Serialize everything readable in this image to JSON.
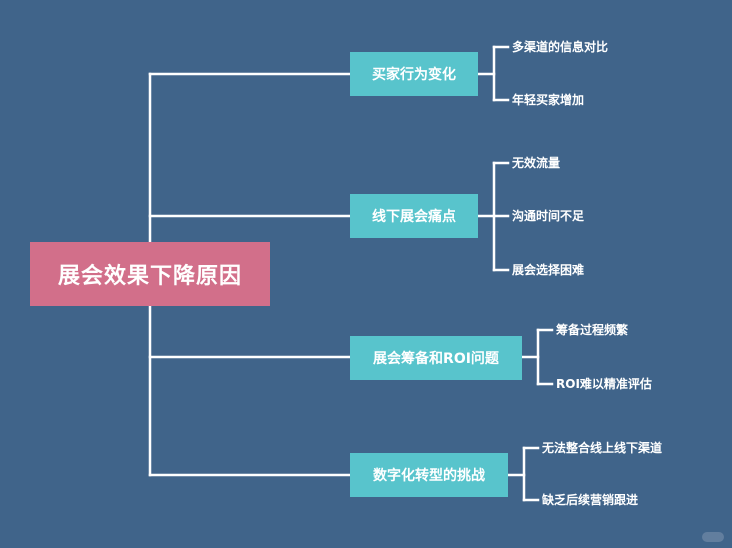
{
  "root": {
    "label": "展会效果下降原因"
  },
  "branches": [
    {
      "label": "买家行为变化",
      "leaves": [
        "多渠道的信息对比",
        "年轻买家增加"
      ]
    },
    {
      "label": "线下展会痛点",
      "leaves": [
        "无效流量",
        "沟通时间不足",
        "展会选择困难"
      ]
    },
    {
      "label": "展会筹备和ROI问题",
      "leaves": [
        "筹备过程频繁",
        "ROI难以精准评估"
      ]
    },
    {
      "label": "数字化转型的挑战",
      "leaves": [
        "无法整合线上线下渠道",
        "缺乏后续营销跟进"
      ]
    }
  ],
  "colors": {
    "background": "#40648a",
    "root": "#d26f8a",
    "branch": "#58c4cc",
    "line": "#ffffff"
  }
}
